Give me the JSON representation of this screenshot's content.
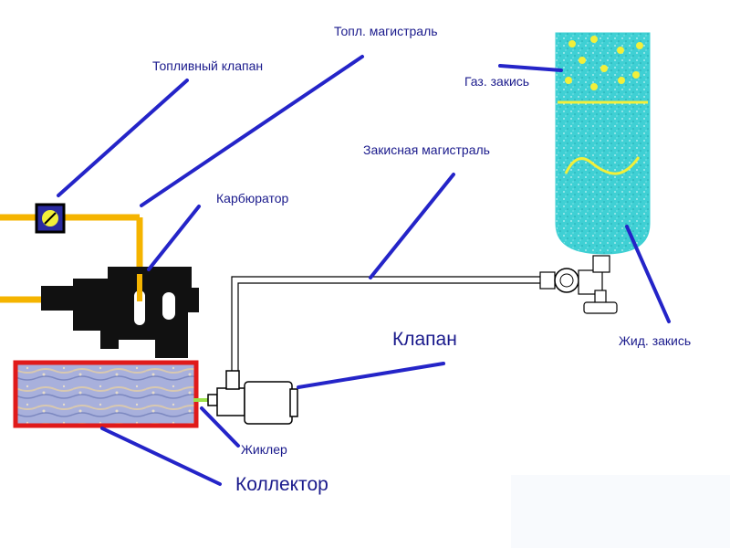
{
  "labels": {
    "fuel_line": "Топл. магистраль",
    "fuel_valve": "Топливный клапан",
    "carburetor": "Карбюратор",
    "nitrous_line": "Закисная магистраль",
    "gas_nitrous": "Газ. закись",
    "liquid_nitrous": "Жид. закись",
    "valve": "Клапан",
    "jet": "Жиклер",
    "collector": "Коллектор"
  },
  "colors": {
    "label_text": "#1a1a8c",
    "pointer_lines": "#2424c8",
    "fuel_pipe": "#f5b400",
    "tank_fill": "#3fd0d4",
    "bubbles": "#f2ef3a",
    "collector_border": "#e01a1a",
    "collector_fill": "#9aa6d8",
    "carburetor": "#111111",
    "jet_tip": "#9be04a"
  }
}
